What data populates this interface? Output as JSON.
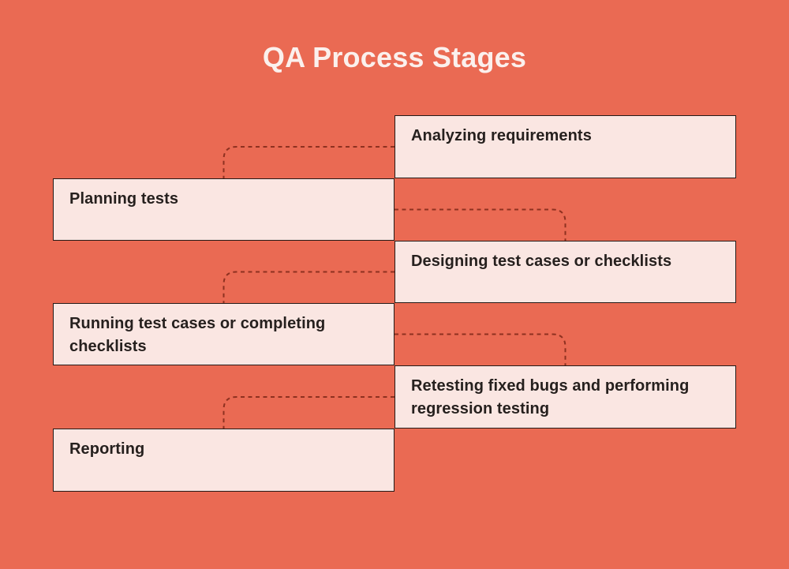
{
  "title": "QA Process Stages",
  "colors": {
    "background": "#EA6A53",
    "box_fill": "#FAE6E2",
    "box_border": "#241A17",
    "box_text": "#26201E",
    "title_text": "#FBF0ED",
    "connector": "#8E3120"
  },
  "stages": [
    {
      "label": "Analyzing requirements",
      "side": "right"
    },
    {
      "label": "Planning tests",
      "side": "left"
    },
    {
      "label": "Designing test cases or checklists",
      "side": "right"
    },
    {
      "label": "Running test cases or completing checklists",
      "side": "left"
    },
    {
      "label": "Retesting fixed bugs and performing regression testing",
      "side": "right"
    },
    {
      "label": "Reporting",
      "side": "left"
    }
  ],
  "connections": [
    {
      "from": 0,
      "to": 1
    },
    {
      "from": 1,
      "to": 2
    },
    {
      "from": 2,
      "to": 3
    },
    {
      "from": 3,
      "to": 4
    },
    {
      "from": 4,
      "to": 5
    }
  ],
  "connector_style": {
    "stroke_width": 2,
    "dash": "5 4.5",
    "corner_radius": 16
  }
}
